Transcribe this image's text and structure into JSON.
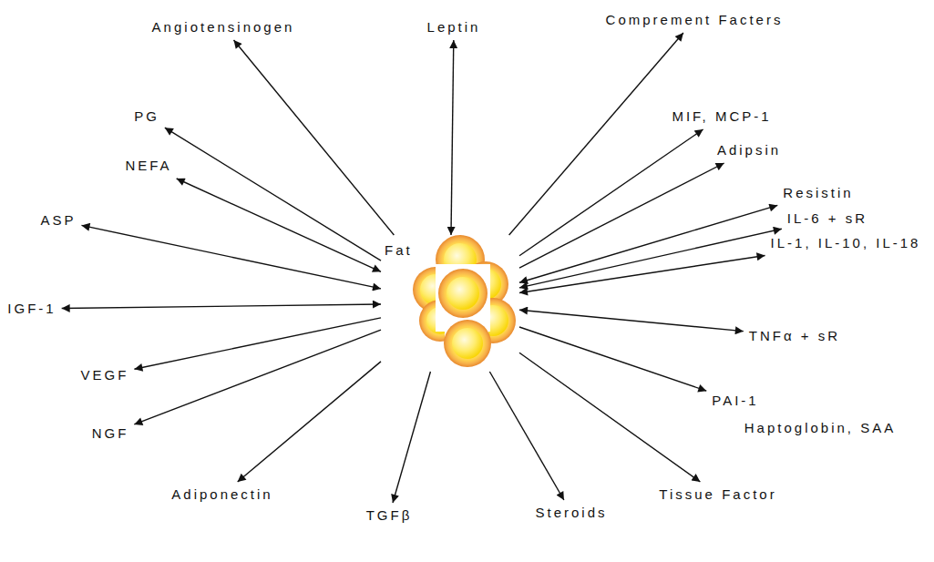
{
  "diagram": {
    "nodes": [
      {
        "text": [
          "Fat"
        ]
      },
      {
        "text": [
          "Angiotensinogen"
        ]
      },
      {
        "text": [
          "Leptin"
        ]
      },
      {
        "text": [
          "Comprement Facters"
        ]
      },
      {
        "text": [
          "PG"
        ]
      },
      {
        "text": [
          "MIF, MCP-1"
        ]
      },
      {
        "text": [
          "NEFA"
        ]
      },
      {
        "text": [
          "Adipsin"
        ]
      },
      {
        "text": [
          "Resistin"
        ]
      },
      {
        "text": [
          "IL-6 + sR"
        ]
      },
      {
        "text": [
          "ASP"
        ]
      },
      {
        "text": [
          "IL-1, IL-10, IL-18"
        ]
      },
      {
        "text": [
          "IGF-1"
        ]
      },
      {
        "text": [
          "TNFα + sR"
        ]
      },
      {
        "text": [
          "VEGF"
        ]
      },
      {
        "text": [
          "NGF"
        ]
      },
      {
        "text": [
          "PAI-1"
        ]
      },
      {
        "text": [
          "Tissue Factor"
        ]
      },
      {
        "text": [
          "Adiponectin"
        ]
      },
      {
        "text": [
          "TGFβ"
        ]
      },
      {
        "text": [
          "Steroids"
        ]
      }
    ],
    "edges": [
      {
        "from": 0,
        "to": 1,
        "arrow": "to"
      },
      {
        "from": 0,
        "to": 2,
        "arrow": "both"
      },
      {
        "from": 0,
        "to": 3,
        "arrow": "to"
      },
      {
        "from": 0,
        "to": 4,
        "arrow": "to"
      },
      {
        "from": 0,
        "to": 5,
        "arrow": "to"
      },
      {
        "from": 0,
        "to": 6,
        "arrow": "both"
      },
      {
        "from": 0,
        "to": 7,
        "arrow": "to"
      },
      {
        "from": 0,
        "to": 8,
        "arrow": "both"
      },
      {
        "from": 0,
        "to": 9,
        "arrow": "both"
      },
      {
        "from": 0,
        "to": 10,
        "arrow": "both"
      },
      {
        "from": 0,
        "to": 11,
        "arrow": "both"
      },
      {
        "from": 0,
        "to": 12,
        "arrow": "both"
      },
      {
        "from": 0,
        "to": 13,
        "arrow": "both"
      },
      {
        "from": 0,
        "to": 14,
        "arrow": "to"
      },
      {
        "from": 0,
        "to": 15,
        "arrow": "to"
      },
      {
        "from": 0,
        "to": 16,
        "arrow": "to"
      },
      {
        "from": 0,
        "to": 17,
        "arrow": "to"
      },
      {
        "from": 0,
        "to": 18,
        "arrow": "to"
      },
      {
        "from": 0,
        "to": 19,
        "arrow": "to"
      },
      {
        "from": 0,
        "to": 20,
        "arrow": "to"
      }
    ],
    "labels": [
      "Haptoglobin, SAA"
    ]
  }
}
